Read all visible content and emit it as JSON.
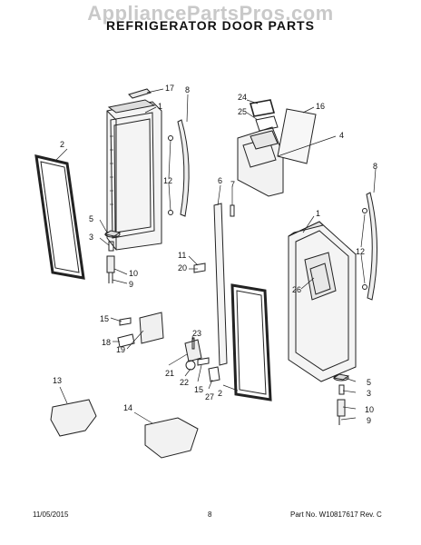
{
  "watermark": "AppliancePartsPros.com",
  "title": "REFRIGERATOR DOOR PARTS",
  "footer": {
    "date": "11/05/2015",
    "page": "8",
    "part_no": "Part No. W10817617 Rev. C"
  },
  "callouts": {
    "l17": "17",
    "l1a": "1",
    "l8a": "8",
    "l2a": "2",
    "l12a": "12",
    "l5a": "5",
    "l3a": "3",
    "l10a": "10",
    "l9a": "9",
    "l24": "24",
    "l25": "25",
    "l16": "16",
    "l4": "4",
    "l6": "6",
    "l7": "7",
    "l8b": "8",
    "l1b": "1",
    "l12b": "12",
    "l11": "11",
    "l20": "20",
    "l26": "26",
    "l15a": "15",
    "l18": "18",
    "l19": "19",
    "l23": "23",
    "l21": "21",
    "l22": "22",
    "l15b": "15",
    "l27": "27",
    "l2b": "2",
    "l5b": "5",
    "l3b": "3",
    "l10b": "10",
    "l9b": "9",
    "l13": "13",
    "l14": "14"
  }
}
